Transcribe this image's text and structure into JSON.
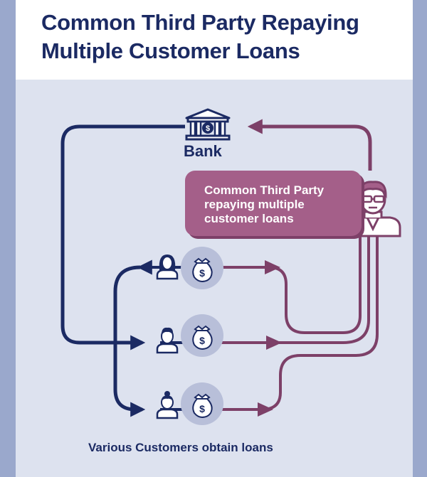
{
  "title": "Common Third Party Repaying Multiple Customer Loans",
  "bank": {
    "label": "Bank",
    "icon": "bank-icon"
  },
  "third_party": {
    "text": "Common Third Party repaying multiple customer loans",
    "icon": "businessman-icon"
  },
  "customers": [
    {
      "icon": "woman-customer-icon",
      "loan_icon": "money-bag-icon"
    },
    {
      "icon": "man-customer-icon",
      "loan_icon": "money-bag-icon"
    },
    {
      "icon": "woman-bun-customer-icon",
      "loan_icon": "money-bag-icon"
    }
  ],
  "footer": {
    "label": "Various Customers obtain loans"
  },
  "colors": {
    "navy": "#1b2a63",
    "plum": "#7d4068",
    "plum_light": "#a45f89",
    "circle": "#b8bfd9",
    "background": "#dde2ef",
    "frame": "#9aa8cc"
  }
}
